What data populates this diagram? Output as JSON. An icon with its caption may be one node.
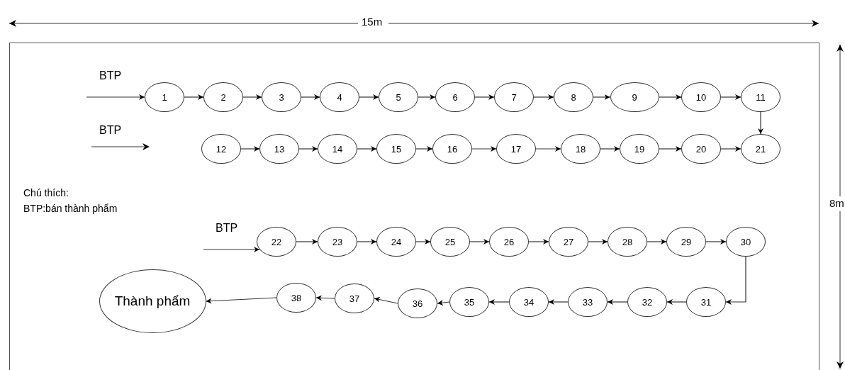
{
  "diagram": {
    "nodes": [
      {
        "text": [
          "1"
        ]
      },
      {
        "text": [
          "2"
        ]
      },
      {
        "text": [
          "3"
        ]
      },
      {
        "text": [
          "4"
        ]
      },
      {
        "text": [
          "5"
        ]
      },
      {
        "text": [
          "6"
        ]
      },
      {
        "text": [
          "7"
        ]
      },
      {
        "text": [
          "8"
        ]
      },
      {
        "text": [
          "9"
        ]
      },
      {
        "text": [
          "10"
        ]
      },
      {
        "text": [
          "11"
        ]
      },
      {
        "text": [
          "12"
        ]
      },
      {
        "text": [
          "13"
        ]
      },
      {
        "text": [
          "14"
        ]
      },
      {
        "text": [
          "15"
        ]
      },
      {
        "text": [
          "16"
        ]
      },
      {
        "text": [
          "17"
        ]
      },
      {
        "text": [
          "18"
        ]
      },
      {
        "text": [
          "19"
        ]
      },
      {
        "text": [
          "20"
        ]
      },
      {
        "text": [
          "21"
        ]
      },
      {
        "text": [
          "22"
        ]
      },
      {
        "text": [
          "23"
        ]
      },
      {
        "text": [
          "24"
        ]
      },
      {
        "text": [
          "25"
        ]
      },
      {
        "text": [
          "26"
        ]
      },
      {
        "text": [
          "27"
        ]
      },
      {
        "text": [
          "28"
        ]
      },
      {
        "text": [
          "29"
        ]
      },
      {
        "text": [
          "30"
        ]
      },
      {
        "text": [
          "31"
        ]
      },
      {
        "text": [
          "32"
        ]
      },
      {
        "text": [
          "33"
        ]
      },
      {
        "text": [
          "34"
        ]
      },
      {
        "text": [
          "35"
        ]
      },
      {
        "text": [
          "36"
        ]
      },
      {
        "text": [
          "37"
        ]
      },
      {
        "text": [
          "38"
        ]
      },
      {
        "text": [
          "Thành phẩm"
        ]
      }
    ],
    "edges": [
      {
        "from": null,
        "to": 0,
        "arrow": "to"
      },
      {
        "from": 0,
        "to": 1,
        "arrow": "to"
      },
      {
        "from": 1,
        "to": 2,
        "arrow": "to"
      },
      {
        "from": 2,
        "to": 3,
        "arrow": "to"
      },
      {
        "from": 3,
        "to": 4,
        "arrow": "to"
      },
      {
        "from": 4,
        "to": 5,
        "arrow": "to"
      },
      {
        "from": 5,
        "to": 6,
        "arrow": "to"
      },
      {
        "from": 6,
        "to": 7,
        "arrow": "to"
      },
      {
        "from": 7,
        "to": 8,
        "arrow": "to"
      },
      {
        "from": 8,
        "to": 9,
        "arrow": "to"
      },
      {
        "from": 9,
        "to": 10,
        "arrow": "to"
      },
      {
        "from": 10,
        "to": 20,
        "arrow": "to"
      },
      {
        "from": 11,
        "to": 12,
        "arrow": "to"
      },
      {
        "from": 12,
        "to": 13,
        "arrow": "to"
      },
      {
        "from": 13,
        "to": 14,
        "arrow": "to"
      },
      {
        "from": 14,
        "to": 15,
        "arrow": "to"
      },
      {
        "from": 15,
        "to": 16,
        "arrow": "to"
      },
      {
        "from": 16,
        "to": 17,
        "arrow": "to"
      },
      {
        "from": 17,
        "to": 18,
        "arrow": "to"
      },
      {
        "from": 18,
        "to": 19,
        "arrow": "to"
      },
      {
        "from": 19,
        "to": 20,
        "arrow": "to"
      },
      {
        "from": null,
        "to": 21,
        "arrow": "to"
      },
      {
        "from": 21,
        "to": 22,
        "arrow": "to"
      },
      {
        "from": 22,
        "to": 23,
        "arrow": "to"
      },
      {
        "from": 23,
        "to": 24,
        "arrow": "to"
      },
      {
        "from": 24,
        "to": 25,
        "arrow": "to"
      },
      {
        "from": 25,
        "to": 26,
        "arrow": "to"
      },
      {
        "from": 26,
        "to": 27,
        "arrow": "to"
      },
      {
        "from": 27,
        "to": 28,
        "arrow": "to"
      },
      {
        "from": 28,
        "to": 29,
        "arrow": "to"
      },
      {
        "from": 29,
        "to": 30,
        "arrow": "to"
      },
      {
        "from": 30,
        "to": 31,
        "arrow": "to"
      },
      {
        "from": 31,
        "to": 32,
        "arrow": "to"
      },
      {
        "from": 32,
        "to": 33,
        "arrow": "to"
      },
      {
        "from": 33,
        "to": 34,
        "arrow": "to"
      },
      {
        "from": 34,
        "to": 35,
        "arrow": "to"
      },
      {
        "from": 35,
        "to": 36,
        "arrow": "to"
      },
      {
        "from": 36,
        "to": 37,
        "arrow": "to"
      },
      {
        "from": 37,
        "to": 38,
        "arrow": "to"
      }
    ],
    "labels": [
      "15m",
      "BTP",
      "BTP",
      "8m",
      "Chú thích:",
      "BTP:bán thành phẩm",
      "BTP"
    ]
  }
}
